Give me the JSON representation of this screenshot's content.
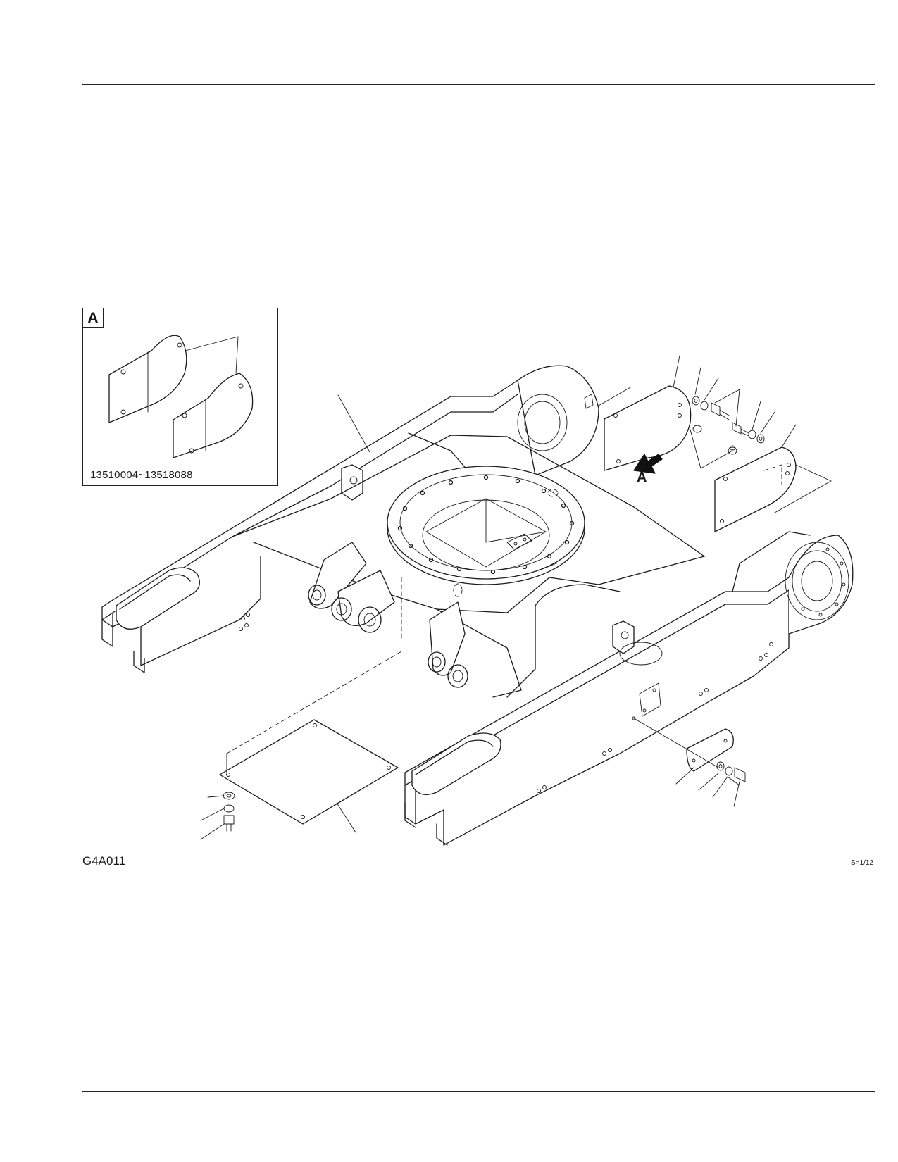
{
  "figure": {
    "code": "G4A011",
    "scale": "S=1/12"
  },
  "inset": {
    "label": "A",
    "serial_range": "13510004~13518088"
  },
  "view_callout": {
    "label": "A"
  }
}
